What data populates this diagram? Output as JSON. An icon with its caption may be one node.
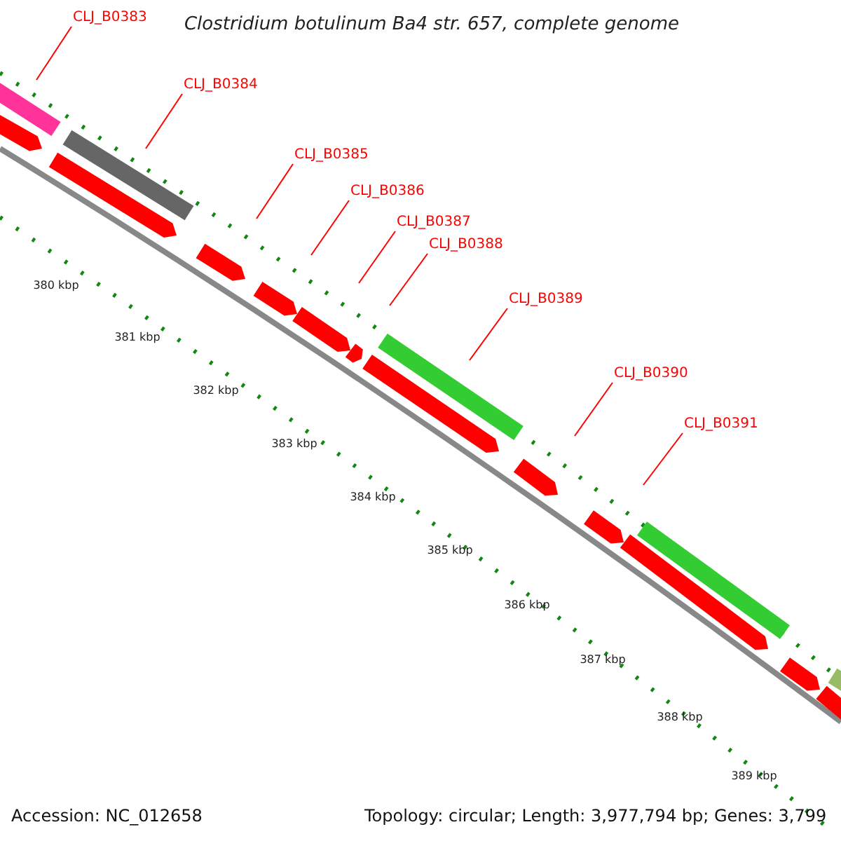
{
  "diagram": {
    "title": "Clostridium botulinum Ba4 str. 657, complete genome",
    "nodes": [
      {
        "text": [
          "CLJ_B0383"
        ]
      },
      {
        "text": [
          "CLJ_B0384"
        ]
      },
      {
        "text": [
          "CLJ_B0385"
        ]
      },
      {
        "text": [
          "CLJ_B0386"
        ]
      },
      {
        "text": [
          "CLJ_B0387"
        ]
      },
      {
        "text": [
          "CLJ_B0388"
        ]
      },
      {
        "text": [
          "CLJ_B0389"
        ]
      },
      {
        "text": [
          "CLJ_B0390"
        ]
      },
      {
        "text": [
          "CLJ_B0391"
        ]
      }
    ],
    "edges": [
      {
        "from": 0,
        "to": null,
        "arrow": "none",
        "color": "#ff0000"
      },
      {
        "from": 1,
        "to": null,
        "arrow": "none",
        "color": "#ff0000"
      },
      {
        "from": 2,
        "to": null,
        "arrow": "none",
        "color": "#ff0000"
      },
      {
        "from": 3,
        "to": null,
        "arrow": "none",
        "color": "#ff0000"
      },
      {
        "from": 4,
        "to": null,
        "arrow": "none",
        "color": "#ff0000"
      },
      {
        "from": 5,
        "to": null,
        "arrow": "none",
        "color": "#ff0000"
      },
      {
        "from": 6,
        "to": null,
        "arrow": "none",
        "color": "#ff0000"
      },
      {
        "from": 7,
        "to": null,
        "arrow": "none",
        "color": "#ff0000"
      },
      {
        "from": 8,
        "to": null,
        "arrow": "none",
        "color": "#ff0000"
      }
    ],
    "labels": [
      "380 kbp",
      "381 kbp",
      "382 kbp",
      "383 kbp",
      "384 kbp",
      "385 kbp",
      "386 kbp",
      "387 kbp",
      "388 kbp",
      "389 kbp",
      "Accession: NC_012658",
      "Topology: circular; Length: 3,977,794 bp; Genes: 3,799"
    ]
  }
}
